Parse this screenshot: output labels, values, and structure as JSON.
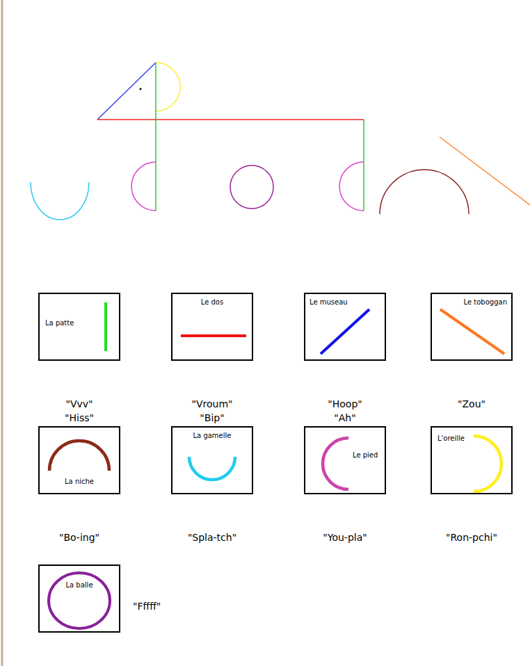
{
  "diagram": {
    "nodes": [
      {
        "text": [
          "La patte",
          "\"Vvv\"",
          "\"Hiss\""
        ]
      },
      {
        "text": [
          "Le dos",
          "\"Vroum\"",
          "\"Bip\""
        ]
      },
      {
        "text": [
          "Le museau",
          "\"Hoop\"",
          "\"Ah\""
        ]
      },
      {
        "text": [
          "Le toboggan",
          "\"Zou\""
        ]
      },
      {
        "text": [
          "La niche",
          "\"Bo-ing\""
        ]
      },
      {
        "text": [
          "La gamelle",
          "\"Spla-tch\""
        ]
      },
      {
        "text": [
          "Le pied",
          "\"You-pla\""
        ]
      },
      {
        "text": [
          "L'oreille",
          "\"Ron-pchi\""
        ]
      },
      {
        "text": [
          "La balle",
          "\"Fffff\""
        ]
      }
    ]
  }
}
